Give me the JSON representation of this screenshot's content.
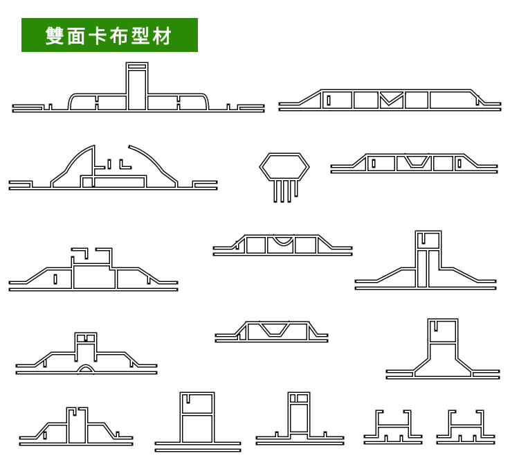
{
  "title": "雙面卡布型材",
  "colors": {
    "banner": "#2a8a05",
    "outline": "#111111"
  },
  "profiles": [
    {
      "name": "profile-1"
    },
    {
      "name": "profile-2"
    },
    {
      "name": "profile-3"
    },
    {
      "name": "profile-4"
    },
    {
      "name": "profile-5"
    },
    {
      "name": "profile-6"
    },
    {
      "name": "profile-7"
    },
    {
      "name": "profile-8"
    },
    {
      "name": "profile-9"
    },
    {
      "name": "profile-10"
    },
    {
      "name": "profile-11"
    },
    {
      "name": "profile-12"
    },
    {
      "name": "profile-13"
    },
    {
      "name": "profile-14"
    },
    {
      "name": "profile-15"
    },
    {
      "name": "profile-16"
    }
  ]
}
